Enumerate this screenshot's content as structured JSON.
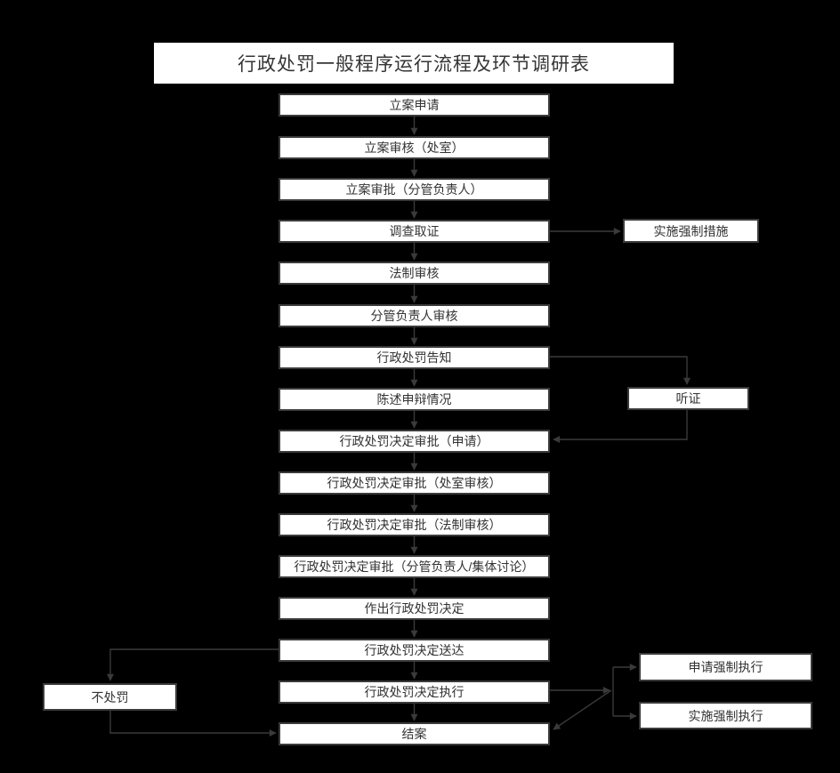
{
  "title": "行政处罚一般程序运行流程及环节调研表",
  "flow": {
    "main_steps": [
      "立案申请",
      "立案审核（处室）",
      "立案审批（分管负责人）",
      "调查取证",
      "法制审核",
      "分管负责人审核",
      "行政处罚告知",
      "陈述申辩情况",
      "行政处罚决定审批（申请）",
      "行政处罚决定审批（处室审核）",
      "行政处罚决定审批（法制审核）",
      "行政处罚决定审批（分管负责人/集体讨论）",
      "作出行政处罚决定",
      "行政处罚决定送达",
      "行政处罚决定执行",
      "结案"
    ],
    "side_boxes": {
      "enforcement_measures": "实施强制措施",
      "hearing": "听证",
      "no_penalty": "不处罚",
      "apply_enforcement": "申请强制执行",
      "implement_enforcement": "实施强制执行"
    }
  },
  "colors": {
    "background": "#000000",
    "box_fill": "#ffffff",
    "box_border": "#3a3a3a",
    "connector": "#3a3a3a",
    "text": "#333333"
  }
}
